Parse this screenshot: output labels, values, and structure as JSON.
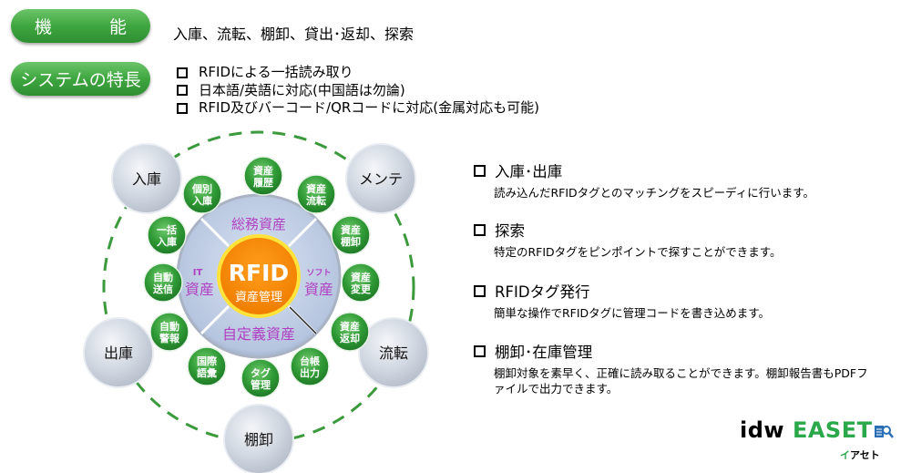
{
  "header": {
    "function_button": "機　能",
    "function_text": "入庫、流転、棚卸、貸出･返却、探索",
    "feature_button": "システムの特長",
    "features": [
      "RFIDによる一括読み取り",
      "日本語/英語に対応(中国語は勿論)",
      "RFID及びバーコード/QRコードに対応(金属対応も可能)"
    ]
  },
  "diagram": {
    "center_title": "RFID",
    "center_subtitle": "資産管理",
    "quadrants": {
      "top": "総務資産",
      "left_small": "IT",
      "left": "資産",
      "right_small": "ソフト",
      "right": "資産",
      "bottom": "自定義資産"
    },
    "outer_nodes": [
      "入庫",
      "メンテ",
      "流転",
      "棚卸",
      "出庫"
    ],
    "inner_nodes": [
      [
        "個別",
        "入庫"
      ],
      [
        "資産",
        "履歴"
      ],
      [
        "資産",
        "流転"
      ],
      [
        "資産",
        "棚卸"
      ],
      [
        "資産",
        "変更"
      ],
      [
        "資産",
        "返却"
      ],
      [
        "台帳",
        "出力"
      ],
      [
        "タグ",
        "管理"
      ],
      [
        "国際",
        "語彙"
      ],
      [
        "自動",
        "警報"
      ],
      [
        "自動",
        "送信"
      ],
      [
        "一括",
        "入庫"
      ]
    ],
    "colors": {
      "green": "#3a9a3c",
      "purple": "#b13fc2",
      "orange": "#f28a00",
      "grey": "#ccd3de"
    }
  },
  "details": [
    {
      "title": "入庫･出庫",
      "desc": "読み込んだRFIDタグとのマッチングをスピーディに行います。"
    },
    {
      "title": "探索",
      "desc": "特定のRFIDタグをピンポイントで探すことができます。"
    },
    {
      "title": "RFIDタグ発行",
      "desc": "簡単な操作でRFIDタグに管理コードを書き込めます。"
    },
    {
      "title": "棚卸･在庫管理",
      "desc": "棚卸対象を素早く、正確に読み取ることができます。棚卸報告書もPDFファイルで出力できます。"
    }
  ],
  "logo": {
    "prefix": "idw ",
    "brand": "EASET",
    "sub_first": "イ",
    "sub_rest": "アセト"
  }
}
